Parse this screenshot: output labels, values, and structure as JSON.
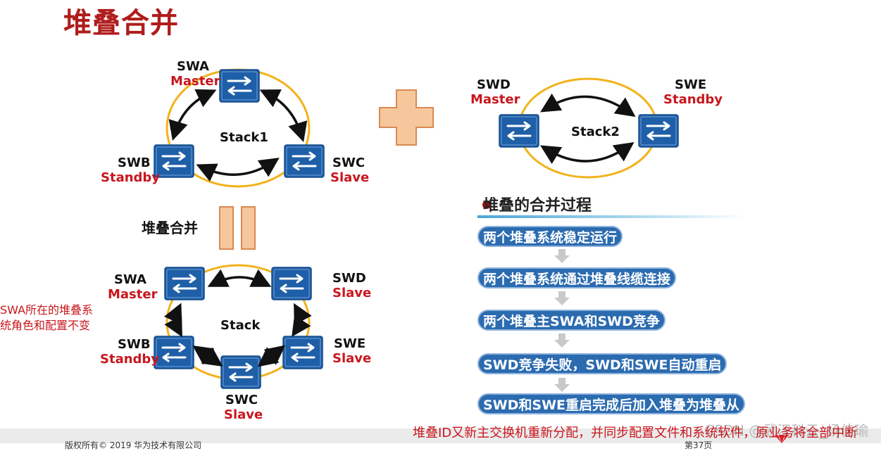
{
  "title": "堆叠合并",
  "stack1": {
    "center": "Stack1",
    "swa": {
      "name": "SWA",
      "role": "Master"
    },
    "swb": {
      "name": "SWB",
      "role": "Standby"
    },
    "swc": {
      "name": "SWC",
      "role": "Slave"
    }
  },
  "stack2": {
    "center": "Stack2",
    "swd": {
      "name": "SWD",
      "role": "Master"
    },
    "swe": {
      "name": "SWE",
      "role": "Standby"
    }
  },
  "merge_label": "堆叠合并",
  "merged": {
    "center": "Stack",
    "swa": {
      "name": "SWA",
      "role": "Master"
    },
    "swd": {
      "name": "SWD",
      "role": "Slave"
    },
    "swb": {
      "name": "SWB",
      "role": "Standby"
    },
    "swe": {
      "name": "SWE",
      "role": "Slave"
    },
    "swc": {
      "name": "SWC",
      "role": "Slave"
    }
  },
  "left_note": [
    "SWA所在的堆叠系",
    "统角色和配置不变"
  ],
  "process": {
    "title": "堆叠的合并过程",
    "steps": [
      "两个堆叠系统稳定运行",
      "两个堆叠系统通过堆叠线缆连接",
      "两个堆叠主SWA和SWD竞争",
      "SWD竞争失败，SWD和SWE自动重启",
      "SWD和SWE重启完成后加入堆叠为堆叠从"
    ]
  },
  "footer": {
    "copyright": "版权所有© 2019 华为技术有限公司",
    "note": "堆叠ID又新主交换机重新分配，并同步配置文件和系统软件，原业务将全部中断",
    "page": "第37页",
    "watermark": "CSDN @武汉科云_杨佳瑜"
  },
  "colors": {
    "title": "#b01c1c",
    "role": "#c8161d",
    "switch": "#1f5fa8",
    "ring": "#f2b21b",
    "plus": "#f6c79c",
    "step": "#2b6bb0"
  }
}
